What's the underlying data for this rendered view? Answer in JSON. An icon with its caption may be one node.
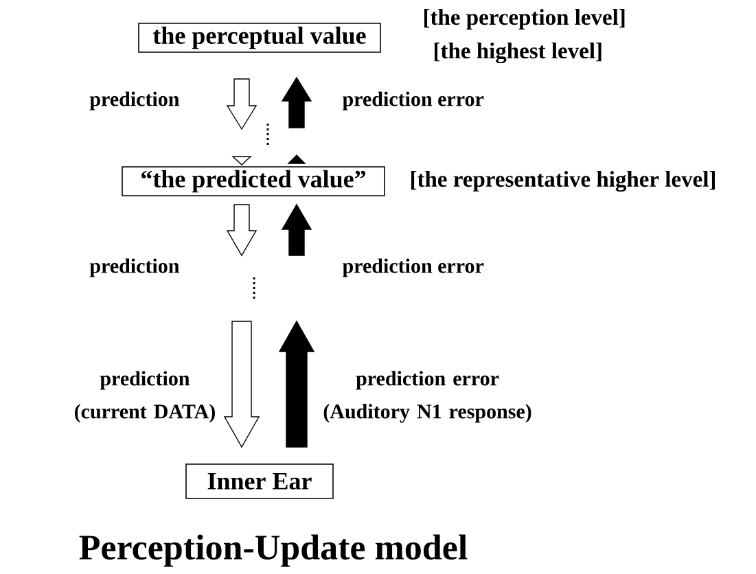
{
  "diagram": {
    "caption": "Perception-Update model",
    "nodes": [
      {
        "text": [
          "the perceptual value"
        ],
        "beside": [
          "[the perception level]",
          "[the highest level]"
        ]
      },
      {
        "text": [
          "“the predicted value”"
        ],
        "beside": [
          "[the representative higher level]"
        ]
      },
      {
        "text": [
          "Inner Ear"
        ]
      }
    ],
    "edges": [
      {
        "from": 0,
        "to": 1,
        "arrow": "to",
        "label": "prediction",
        "color": "#ffffff"
      },
      {
        "from": 1,
        "to": 0,
        "arrow": "to",
        "label": "prediction error",
        "color": "#000000"
      },
      {
        "from": 1,
        "to": null,
        "arrow": "to",
        "label": "prediction",
        "color": "#ffffff"
      },
      {
        "from": null,
        "to": 1,
        "arrow": "to",
        "label": "prediction error",
        "color": "#000000"
      },
      {
        "from": null,
        "to": 2,
        "arrow": "to",
        "label": "prediction (current DATA)",
        "color": "#ffffff"
      },
      {
        "from": 2,
        "to": null,
        "arrow": "to",
        "label": "prediction error (Auditory N1 response)",
        "color": "#000000"
      }
    ]
  }
}
